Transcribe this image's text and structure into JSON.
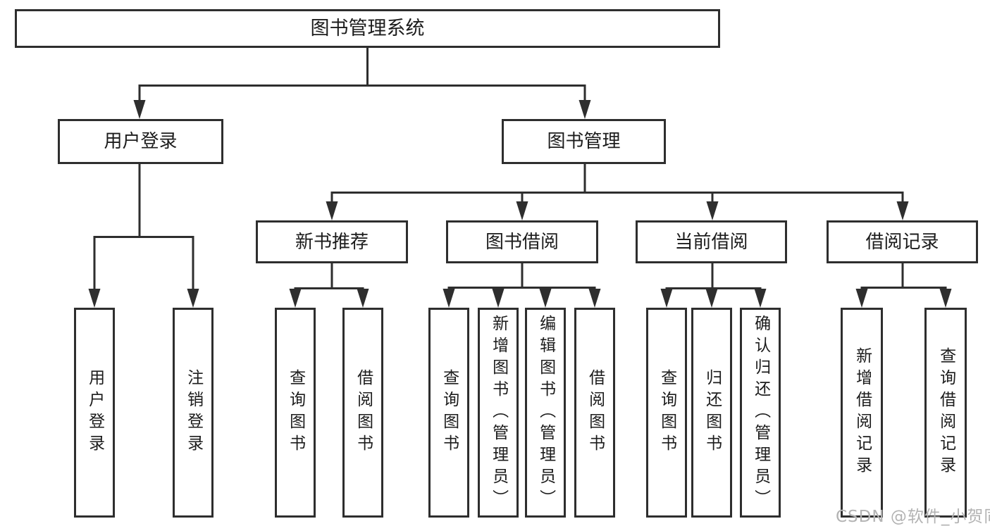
{
  "tree": {
    "root": {
      "label": "图书管理系统"
    },
    "branches": [
      {
        "label": "用户登录",
        "children": [
          {
            "label": "用户登录"
          },
          {
            "label": "注销登录"
          }
        ]
      },
      {
        "label": "图书管理",
        "children": [
          {
            "label": "新书推荐",
            "children": [
              {
                "label": "查询图书"
              },
              {
                "label": "借阅图书"
              }
            ]
          },
          {
            "label": "图书借阅",
            "children": [
              {
                "label": "查询图书"
              },
              {
                "label": "新增图书（管理员）"
              },
              {
                "label": "编辑图书（管理员）"
              },
              {
                "label": "借阅图书"
              }
            ]
          },
          {
            "label": "当前借阅",
            "children": [
              {
                "label": "查询图书"
              },
              {
                "label": "归还图书"
              },
              {
                "label": "确认归还（管理员）"
              }
            ]
          },
          {
            "label": "借阅记录",
            "children": [
              {
                "label": "新增借阅记录"
              },
              {
                "label": "查询借阅记录"
              }
            ]
          }
        ]
      }
    ]
  },
  "watermark": {
    "text": "CSDN @软件_小贺同学"
  },
  "colors": {
    "line": "#2e2e2e",
    "text": "#1c1c1c",
    "watermark": "#b3b3b3",
    "background": "#ffffff"
  }
}
